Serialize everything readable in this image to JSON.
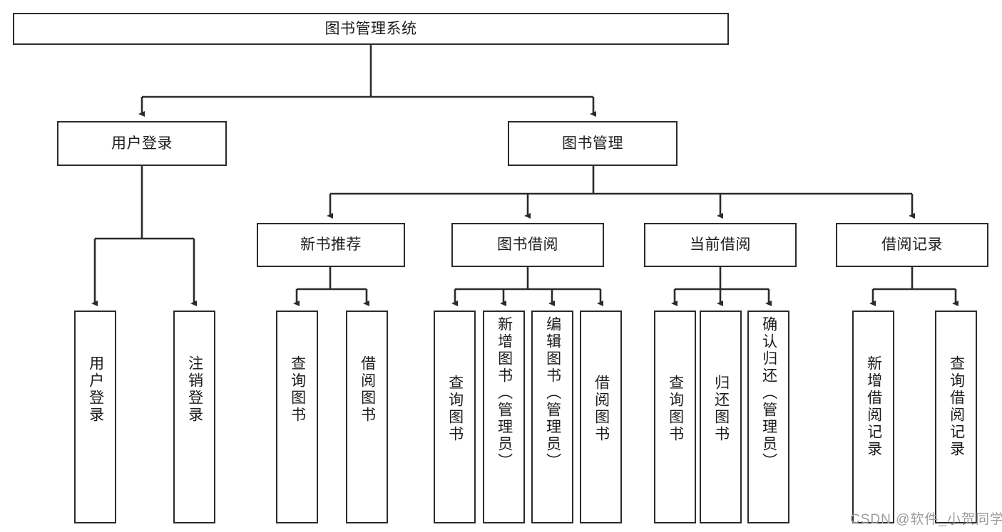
{
  "diagram": {
    "type": "tree-hierarchy",
    "title": "图书管理系统",
    "root": {
      "label": "图书管理系统"
    },
    "level2": [
      {
        "label": "用户登录"
      },
      {
        "label": "图书管理"
      }
    ],
    "level3": [
      {
        "label": "新书推荐"
      },
      {
        "label": "图书借阅"
      },
      {
        "label": "当前借阅"
      },
      {
        "label": "借阅记录"
      }
    ],
    "leaves": {
      "user_login": [
        {
          "label": "用户登录"
        },
        {
          "label": "注销登录"
        }
      ],
      "new_book_recommend": [
        {
          "label": "查询图书"
        },
        {
          "label": "借阅图书"
        }
      ],
      "book_borrow": [
        {
          "label": "查询图书"
        },
        {
          "label": "新增图书（管理员）"
        },
        {
          "label": "编辑图书（管理员）"
        },
        {
          "label": "借阅图书"
        }
      ],
      "current_borrow": [
        {
          "label": "查询图书"
        },
        {
          "label": "归还图书"
        },
        {
          "label": "确认归还（管理员）"
        }
      ],
      "borrow_record": [
        {
          "label": "新增借阅记录"
        },
        {
          "label": "查询借阅记录"
        }
      ]
    }
  },
  "watermark": {
    "text": "CSDN @软件_小贺同学"
  },
  "colors": {
    "stroke": "#2b2b2b",
    "background": "#ffffff",
    "text": "#1d1d1d",
    "watermark": "#9d9d9d"
  }
}
